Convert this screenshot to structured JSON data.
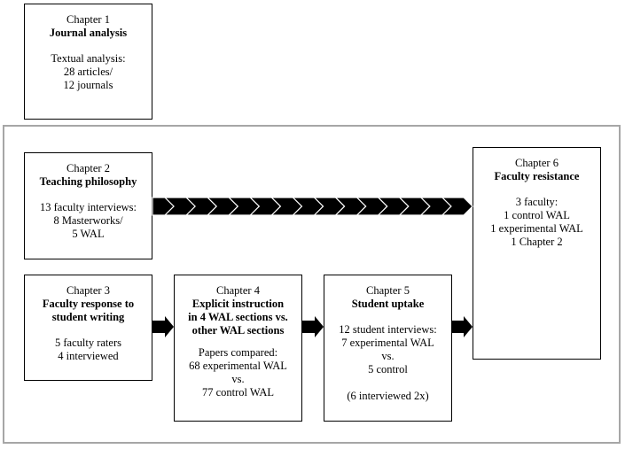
{
  "chapters": [
    {
      "chapter": "Chapter 1",
      "title": [
        "Journal analysis"
      ],
      "body": [
        "Textual analysis:",
        "28 articles/",
        "12 journals"
      ]
    },
    {
      "chapter": "Chapter 2",
      "title": [
        "Teaching philosophy"
      ],
      "body": [
        "13 faculty interviews:",
        "8 Masterworks/",
        "5 WAL"
      ]
    },
    {
      "chapter": "Chapter 3",
      "title": [
        "Faculty response to",
        "student writing"
      ],
      "body": [
        "5 faculty raters",
        "4 interviewed"
      ]
    },
    {
      "chapter": "Chapter 4",
      "title": [
        "Explicit instruction",
        "in 4 WAL sections vs.",
        "other WAL sections"
      ],
      "body": [
        "Papers compared:",
        "68 experimental WAL",
        "vs.",
        "77 control WAL"
      ]
    },
    {
      "chapter": "Chapter 5",
      "title": [
        "Student uptake"
      ],
      "body": [
        "12 student interviews:",
        "7 experimental WAL",
        "vs.",
        "5 control",
        "",
        "(6 interviewed 2x)"
      ]
    },
    {
      "chapter": "Chapter 6",
      "title": [
        "Faculty resistance"
      ],
      "body": [
        "3 faculty:",
        "1 control WAL",
        "1 experimental WAL",
        "1 Chapter 2"
      ]
    }
  ]
}
